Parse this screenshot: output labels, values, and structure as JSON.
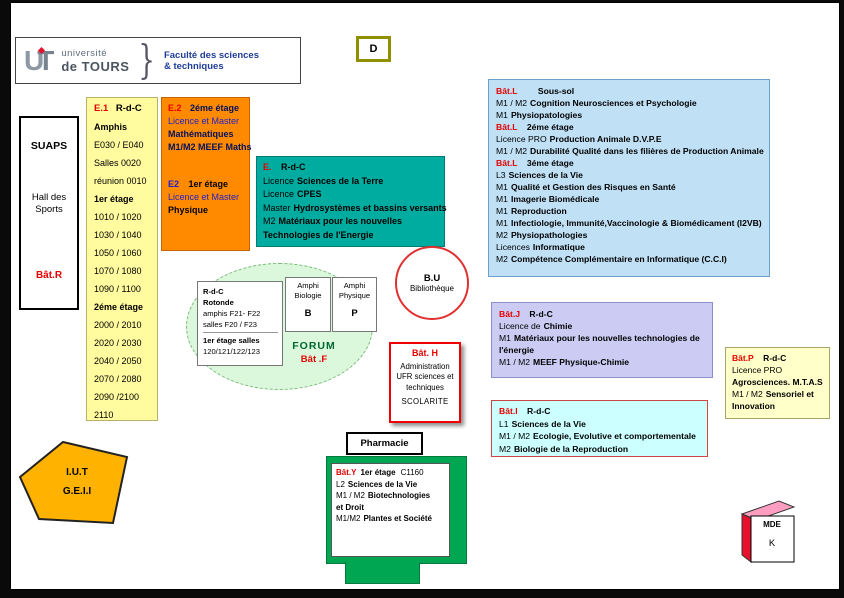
{
  "colors": {
    "e1_bg": "#FFFB9E",
    "e2_bg": "#FF8A00",
    "batE_bg": "#00ACA0",
    "forum_bg": "#DCF8DC",
    "batL_bg": "#BFE0F5",
    "batJ_bg": "#CBCBF3",
    "batP_bg": "#FFFFC9",
    "batI_bg": "#CCFFFF",
    "batY_bg": "#00A651",
    "iut_bg": "#FFB300",
    "red_accent": "#E60000",
    "bu_border": "#E03131",
    "mde_pink": "#FF9EC0",
    "mde_red": "#E8112D",
    "faculty_blue": "#1F3D99"
  },
  "header": {
    "logo_u": "U",
    "logo_t": "T",
    "brand_line1": "université",
    "brand_line2": "de TOURS",
    "brace": "}",
    "faculty_line1": "Faculté des sciences",
    "faculty_line2": "& techniques"
  },
  "d_box": {
    "label": "D"
  },
  "suaps": {
    "title": "SUAPS",
    "line1": "Hall des",
    "line2": "Sports",
    "bat": "Bât.R"
  },
  "e1": {
    "code": "E.1",
    "floor": "R-d-C",
    "lines": [
      "Amphis",
      "E030 /  E040",
      "Salles 0020",
      "réunion 0010",
      "1er étage",
      "1010 / 1020",
      "1030 / 1040",
      "1050 / 1060",
      "1070 / 1080",
      "1090 / 1100",
      "2éme étage",
      "2000 / 2010",
      "2020 / 2030",
      "2040 / 2050",
      "2070 / 2080",
      "2090 /2100",
      "2110"
    ]
  },
  "e2": {
    "code": "E.2",
    "floor": "2éme étage",
    "line1": "Licence et Master",
    "line2": "Mathématiques",
    "line3": "M1/M2 MEEF Maths",
    "code2": "E2",
    "floor2": "1er étage",
    "line4": "Licence et Master",
    "line5": "Physique"
  },
  "batE": {
    "code": "E.",
    "floor": "R-d-C",
    "lines": [
      {
        "p": "Licence",
        "t": "Sciences de la Terre"
      },
      {
        "p": "Licence",
        "t": "CPES"
      },
      {
        "p": "Master",
        "t": "Hydrosystèmes et bassins versants"
      },
      {
        "p": "M2",
        "t": "Matériaux pour les nouvelles"
      },
      {
        "p": "",
        "t": "Technologies de l'Energie"
      }
    ]
  },
  "forum": {
    "box_lines": [
      "R-d-C",
      "Rotonde",
      "amphis F21- F22",
      "salles F20  / F23",
      "1er étage salles",
      "120/121/122/123"
    ],
    "label": "FORUM",
    "bat": "Bât .F"
  },
  "amphi_bio": {
    "title1": "Amphi",
    "title2": "Biologie",
    "letter": "B"
  },
  "amphi_phy": {
    "title1": "Amphi",
    "title2": "Physique",
    "letter": "P"
  },
  "bu": {
    "title": "B.U",
    "subtitle": "Bibliothèque"
  },
  "batL": {
    "h1": {
      "code": "Bât.L",
      "floor": "Sous-sol"
    },
    "s1": [
      {
        "p": "M1 / M2",
        "t": "Cognition Neurosciences et Psychologie"
      },
      {
        "p": "M1",
        "t": "Physiopatologies"
      }
    ],
    "h2": {
      "code": "Bât.L",
      "floor": "2éme étage"
    },
    "s2": [
      {
        "p": "Licence PRO",
        "t": "Production Animale D.V.P.E"
      },
      {
        "p": "M1 / M2",
        "t": "Durabilité Qualité dans les filières de Production Animale"
      }
    ],
    "h3": {
      "code": "Bât.L",
      "floor": "3éme étage"
    },
    "s3": [
      {
        "p": "L3",
        "t": "Sciences de la Vie"
      },
      {
        "p": "M1",
        "t": "Qualité et Gestion des Risques en Santé"
      },
      {
        "p": "M1",
        "t": "Imagerie Biomédicale"
      },
      {
        "p": "M1",
        "t": "Reproduction"
      },
      {
        "p": "M1",
        "t": "Infectiologie, Immunité,Vaccinologie & Biomédicament (I2VB)"
      },
      {
        "p": "M2",
        "t": "Physiopathologies"
      },
      {
        "p": "Licences",
        "t": "Informatique"
      },
      {
        "p": "M2",
        "t": "Compétence Complémentaire en Informatique  (C.C.I)"
      }
    ]
  },
  "batJ": {
    "code": "Bât.J",
    "floor": "R-d-C",
    "lines": [
      {
        "p": "Licence de",
        "t": "Chimie"
      },
      {
        "p": "M1",
        "t": "Matériaux pour les nouvelles technologies de l'énergie"
      },
      {
        "p": "M1 / M2",
        "t": "MEEF Physique-Chimie"
      }
    ]
  },
  "batH": {
    "title": "Bât. H",
    "lines": [
      "Administration",
      "UFR sciences et",
      "techniques",
      "SCOLARITE"
    ]
  },
  "batP": {
    "code": "Bât.P",
    "floor": "R-d-C",
    "lines": [
      {
        "p": "Licence PRO",
        "t": ""
      },
      {
        "p": "",
        "t": "Agrosciences. M.T.A.S"
      },
      {
        "p": "M1 / M2",
        "t": "Sensoriel et"
      },
      {
        "p": "",
        "t": "Innovation"
      }
    ]
  },
  "batI": {
    "code": "Bât.I",
    "floor": "R-d-C",
    "lines": [
      {
        "p": "L1",
        "t": "Sciences de la Vie"
      },
      {
        "p": "M1 / M2",
        "t": "Ecologie, Evolutive et comportementale"
      },
      {
        "p": "M2",
        "t": "Biologie de la Reproduction"
      }
    ]
  },
  "pharmacie": {
    "label": "Pharmacie"
  },
  "batY": {
    "code": "Bât.Y",
    "floor": "1er étage",
    "room": "C1160",
    "lines": [
      {
        "p": "L2",
        "t": "Sciences de la Vie"
      },
      {
        "p": "M1 / M2",
        "t": "Biotechnologies"
      },
      {
        "p": "",
        "t": "et Droit"
      },
      {
        "p": "M1/M2",
        "t": "Plantes et Société"
      }
    ]
  },
  "iut": {
    "line1": "I.U.T",
    "line2": "G.E.I.I"
  },
  "mde": {
    "label": "MDE",
    "letter": "K"
  }
}
